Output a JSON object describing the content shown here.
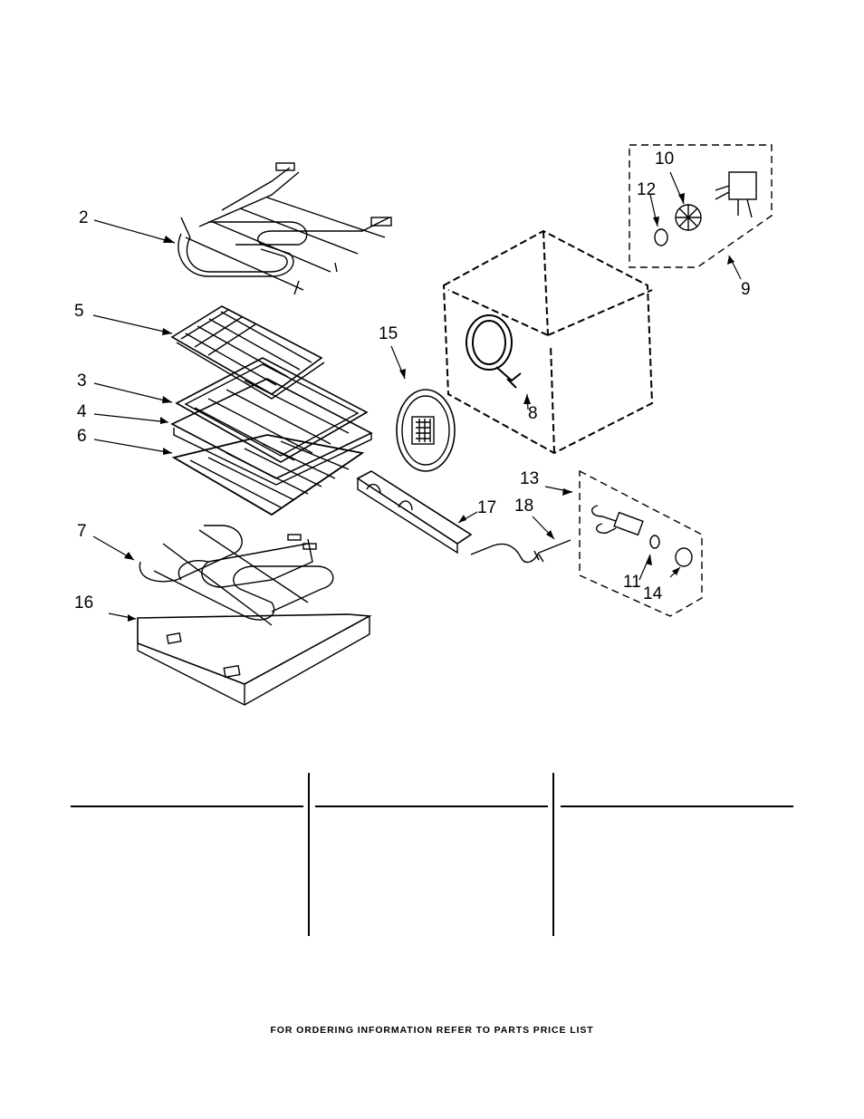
{
  "callouts": {
    "c2": "2",
    "c5": "5",
    "c3": "3",
    "c4": "4",
    "c6": "6",
    "c7": "7",
    "c16": "16",
    "c15": "15",
    "c8": "8",
    "c17": "17",
    "c18": "18",
    "c13": "13",
    "c11": "11",
    "c14": "14",
    "c10": "10",
    "c12": "12",
    "c9": "9"
  },
  "footer": {
    "text": "FOR ORDERING INFORMATION REFER TO PARTS PRICE LIST"
  }
}
